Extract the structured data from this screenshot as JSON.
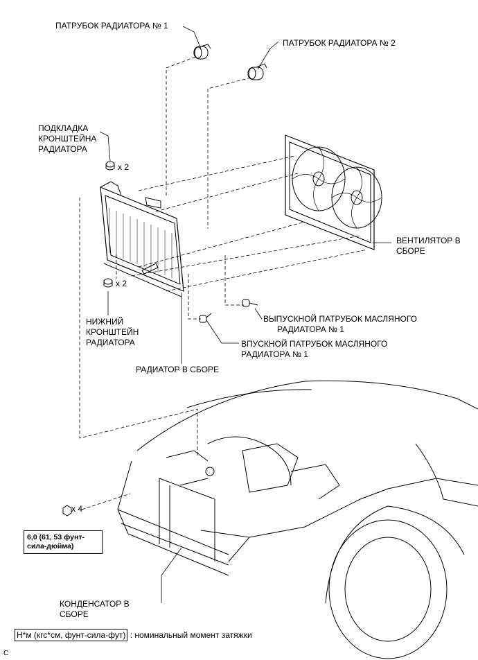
{
  "labels": {
    "radiator_hose_1": "ПАТРУБОК РАДИАТОРА № 1",
    "radiator_hose_2": "ПАТРУБОК РАДИАТОРА № 2",
    "support_cushion": [
      "ПОДКЛАДКА",
      "КРОНШТЕЙНА",
      "РАДИАТОРА"
    ],
    "support_cushion_qty": "x 2",
    "lower_support": [
      "НИЖНИЙ",
      "КРОНШТЕЙН",
      "РАДИАТОРА"
    ],
    "lower_support_qty": "x 2",
    "fan_assembly": [
      "ВЕНТИЛЯТОР В",
      "СБОРЕ"
    ],
    "oil_cooler_outlet_hose": [
      "ВЫПУСКНОЙ ПАТРУБОК МАСЛЯНОГО",
      "РАДИАТОРА № 1"
    ],
    "oil_cooler_inlet_hose": [
      "ВПУСКНОЙ ПАТРУБОК МАСЛЯНОГО",
      "РАДИАТОРА № 1"
    ],
    "radiator_assembly": "РАДИАТОР В СБОРЕ",
    "bolt_qty": "x 4",
    "condenser_assembly": [
      "КОНДЕНСАТОР В",
      "СБОРЕ"
    ]
  },
  "torque": [
    "6,0 (61, 53 фунт-",
    "сила-дюйма)"
  ],
  "legend": {
    "unit": "Н*м (кгс*см, фунт-сила-фут)",
    "text": ": номинальный момент затяжки"
  },
  "corner_code": "C"
}
